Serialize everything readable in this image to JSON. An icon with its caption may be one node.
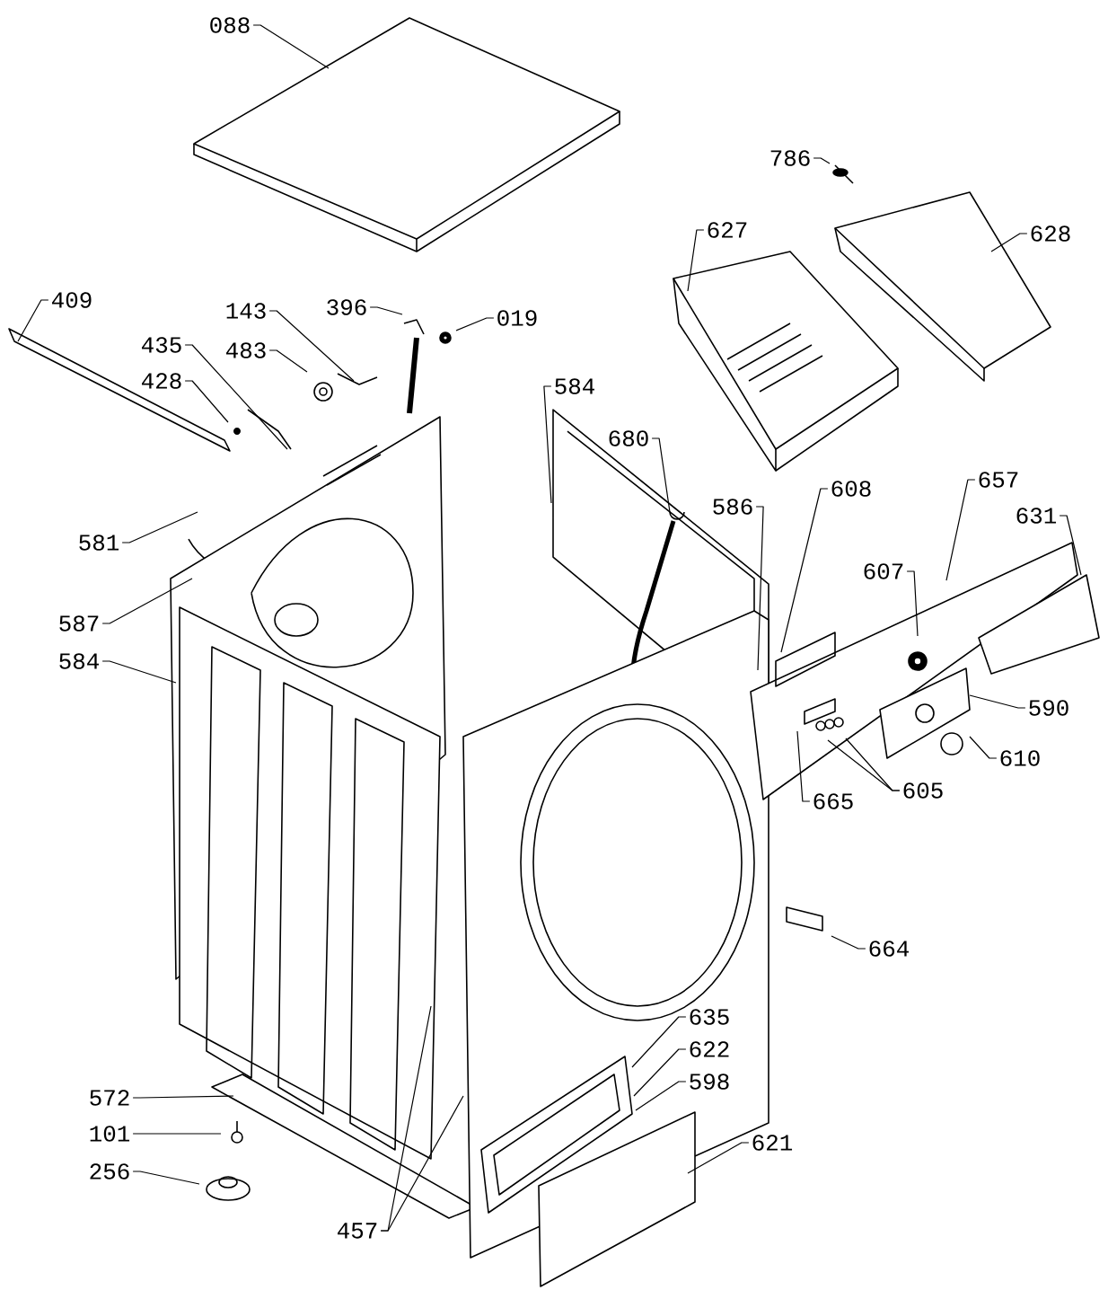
{
  "diagram": {
    "nodes": [
      {
        "text": [
          "088"
        ]
      },
      {
        "text": [
          "786"
        ]
      },
      {
        "text": [
          "627"
        ]
      },
      {
        "text": [
          "628"
        ]
      },
      {
        "text": [
          "409"
        ]
      },
      {
        "text": [
          "143"
        ]
      },
      {
        "text": [
          "396"
        ]
      },
      {
        "text": [
          "019"
        ]
      },
      {
        "text": [
          "435"
        ]
      },
      {
        "text": [
          "483"
        ]
      },
      {
        "text": [
          "428"
        ]
      },
      {
        "text": [
          "584"
        ]
      },
      {
        "text": [
          "680"
        ]
      },
      {
        "text": [
          "581"
        ]
      },
      {
        "text": [
          "586"
        ]
      },
      {
        "text": [
          "608"
        ]
      },
      {
        "text": [
          "657"
        ]
      },
      {
        "text": [
          "631"
        ]
      },
      {
        "text": [
          "607"
        ]
      },
      {
        "text": [
          "587"
        ]
      },
      {
        "text": [
          "584"
        ]
      },
      {
        "text": [
          "590"
        ]
      },
      {
        "text": [
          "610"
        ]
      },
      {
        "text": [
          "605"
        ]
      },
      {
        "text": [
          "665"
        ]
      },
      {
        "text": [
          "664"
        ]
      },
      {
        "text": [
          "635"
        ]
      },
      {
        "text": [
          "622"
        ]
      },
      {
        "text": [
          "598"
        ]
      },
      {
        "text": [
          "572"
        ]
      },
      {
        "text": [
          "101"
        ]
      },
      {
        "text": [
          "621"
        ]
      },
      {
        "text": [
          "256"
        ]
      },
      {
        "text": [
          "457"
        ]
      }
    ],
    "edges": [
      {
        "from": 0,
        "to": null,
        "arrow": "none"
      },
      {
        "from": 1,
        "to": null,
        "arrow": "none"
      },
      {
        "from": 2,
        "to": null,
        "arrow": "none"
      },
      {
        "from": 3,
        "to": null,
        "arrow": "none"
      },
      {
        "from": 4,
        "to": null,
        "arrow": "none"
      },
      {
        "from": 5,
        "to": null,
        "arrow": "none"
      },
      {
        "from": 6,
        "to": null,
        "arrow": "none"
      },
      {
        "from": 7,
        "to": null,
        "arrow": "none"
      },
      {
        "from": 8,
        "to": null,
        "arrow": "none"
      },
      {
        "from": 9,
        "to": null,
        "arrow": "none"
      },
      {
        "from": 10,
        "to": null,
        "arrow": "none"
      },
      {
        "from": 11,
        "to": null,
        "arrow": "none"
      },
      {
        "from": 12,
        "to": null,
        "arrow": "none"
      },
      {
        "from": 13,
        "to": null,
        "arrow": "none"
      },
      {
        "from": 14,
        "to": null,
        "arrow": "none"
      },
      {
        "from": 15,
        "to": null,
        "arrow": "none"
      },
      {
        "from": 16,
        "to": null,
        "arrow": "none"
      },
      {
        "from": 17,
        "to": null,
        "arrow": "none"
      },
      {
        "from": 18,
        "to": null,
        "arrow": "none"
      },
      {
        "from": 19,
        "to": null,
        "arrow": "none"
      },
      {
        "from": 20,
        "to": null,
        "arrow": "none"
      },
      {
        "from": 21,
        "to": null,
        "arrow": "none"
      },
      {
        "from": 22,
        "to": null,
        "arrow": "none"
      },
      {
        "from": 23,
        "to": null,
        "arrow": "none"
      },
      {
        "from": 23,
        "to": null,
        "arrow": "none"
      },
      {
        "from": 24,
        "to": null,
        "arrow": "none"
      },
      {
        "from": 25,
        "to": null,
        "arrow": "none"
      },
      {
        "from": 26,
        "to": null,
        "arrow": "none"
      },
      {
        "from": 27,
        "to": null,
        "arrow": "none"
      },
      {
        "from": 28,
        "to": null,
        "arrow": "none"
      },
      {
        "from": 29,
        "to": null,
        "arrow": "none"
      },
      {
        "from": 30,
        "to": null,
        "arrow": "none"
      },
      {
        "from": 31,
        "to": null,
        "arrow": "none"
      },
      {
        "from": 32,
        "to": null,
        "arrow": "none"
      },
      {
        "from": 33,
        "to": null,
        "arrow": "none"
      },
      {
        "from": 33,
        "to": null,
        "arrow": "none"
      }
    ]
  }
}
